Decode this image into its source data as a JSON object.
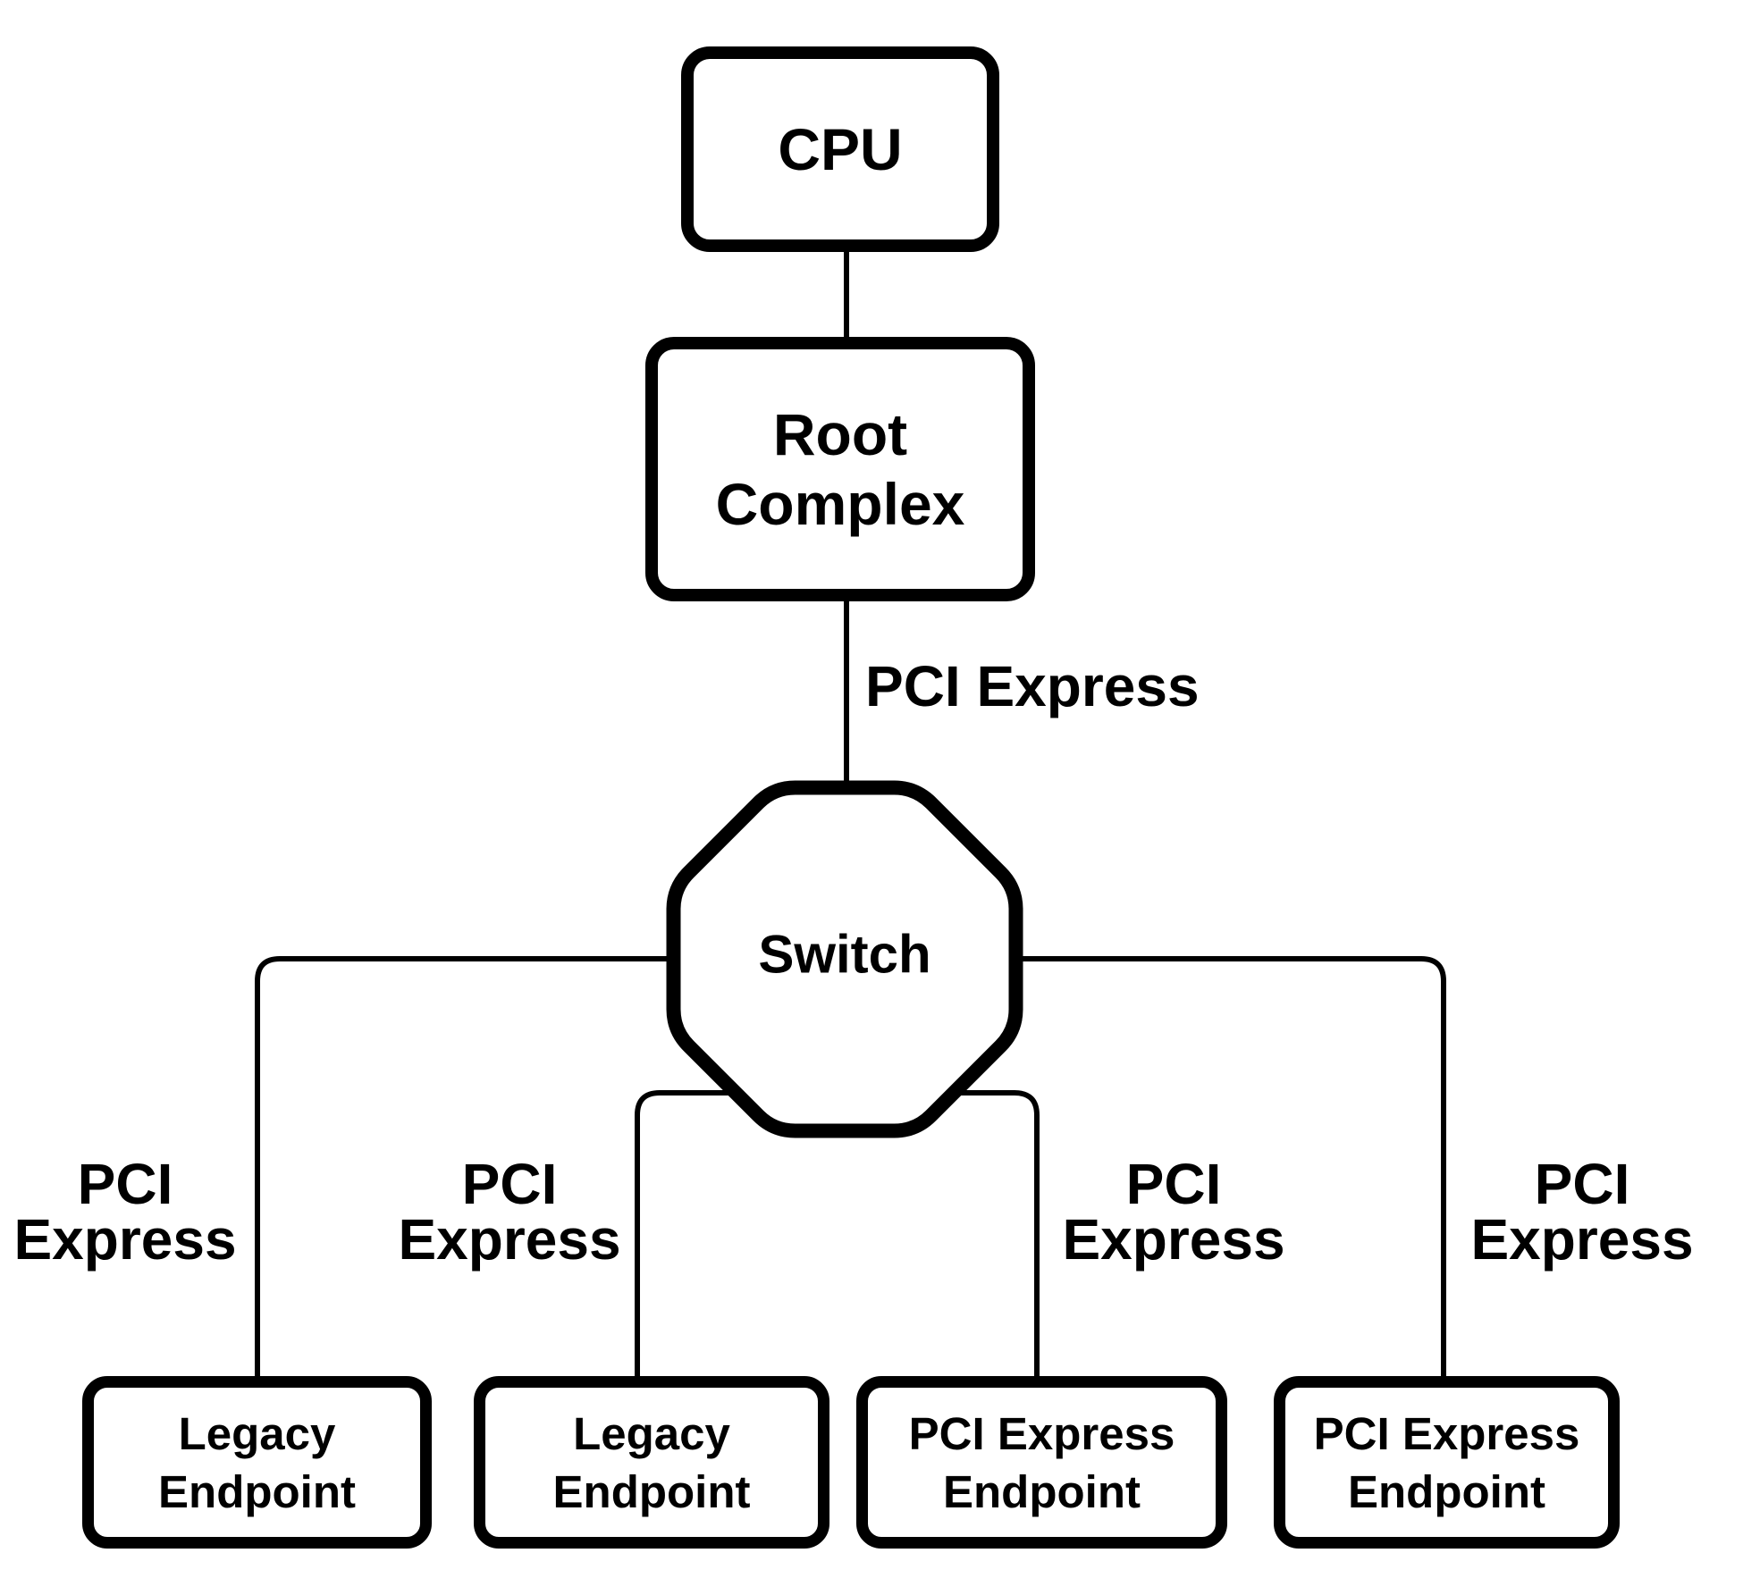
{
  "nodes": {
    "cpu": {
      "label": "CPU"
    },
    "root_complex": {
      "line1": "Root",
      "line2": "Complex"
    },
    "switch": {
      "label": "Switch"
    },
    "endpoints": [
      {
        "line1": "Legacy",
        "line2": "Endpoint"
      },
      {
        "line1": "Legacy",
        "line2": "Endpoint"
      },
      {
        "line1": "PCI Express",
        "line2": "Endpoint"
      },
      {
        "line1": "PCI Express",
        "line2": "Endpoint"
      }
    ]
  },
  "link_labels": {
    "root_to_switch": "PCI Express",
    "switch_to_endpoints": [
      {
        "line1": "PCI",
        "line2": "Express"
      },
      {
        "line1": "PCI",
        "line2": "Express"
      },
      {
        "line1": "PCI",
        "line2": "Express"
      },
      {
        "line1": "PCI",
        "line2": "Express"
      }
    ]
  },
  "colors": {
    "ink": "#000000",
    "background": "#ffffff"
  }
}
